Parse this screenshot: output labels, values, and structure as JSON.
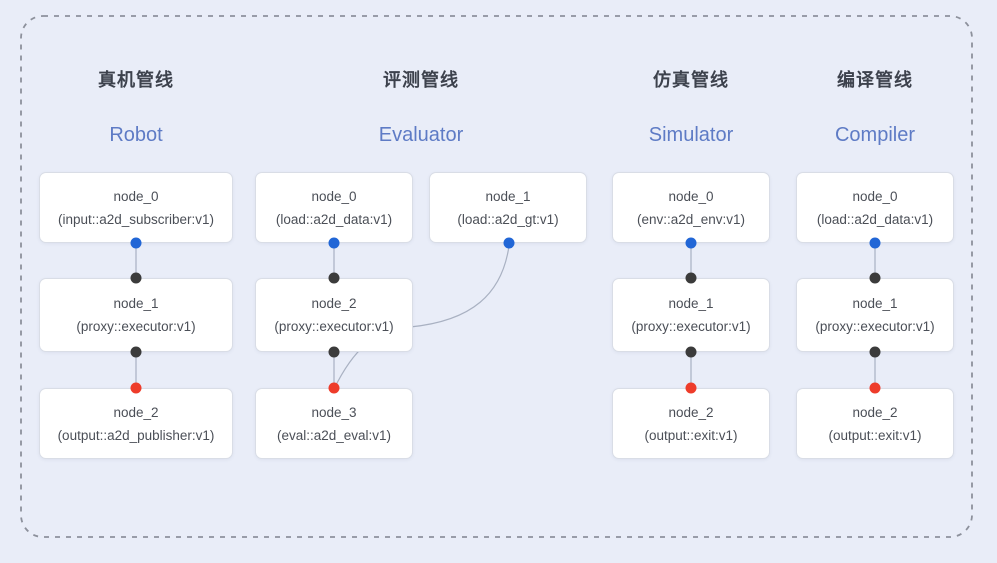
{
  "diagram": {
    "pipelines": [
      {
        "key": "robot",
        "title_zh": "真机管线",
        "title_en": "Robot",
        "nodes": [
          {
            "name": "node_0",
            "type": "(input::a2d_subscriber:v1)"
          },
          {
            "name": "node_1",
            "type": "(proxy::executor:v1)"
          },
          {
            "name": "node_2",
            "type": "(output::a2d_publisher:v1)"
          }
        ]
      },
      {
        "key": "evaluator",
        "title_zh": "评测管线",
        "title_en": "Evaluator",
        "nodes": [
          {
            "name": "node_0",
            "type": "(load::a2d_data:v1)"
          },
          {
            "name": "node_1",
            "type": "(load::a2d_gt:v1)"
          },
          {
            "name": "node_2",
            "type": "(proxy::executor:v1)"
          },
          {
            "name": "node_3",
            "type": "(eval::a2d_eval:v1)"
          }
        ]
      },
      {
        "key": "simulator",
        "title_zh": "仿真管线",
        "title_en": "Simulator",
        "nodes": [
          {
            "name": "node_0",
            "type": "(env::a2d_env:v1)"
          },
          {
            "name": "node_1",
            "type": "(proxy::executor:v1)"
          },
          {
            "name": "node_2",
            "type": "(output::exit:v1)"
          }
        ]
      },
      {
        "key": "compiler",
        "title_zh": "编译管线",
        "title_en": "Compiler",
        "nodes": [
          {
            "name": "node_0",
            "type": "(load::a2d_data:v1)"
          },
          {
            "name": "node_1",
            "type": "(proxy::executor:v1)"
          },
          {
            "name": "node_2",
            "type": "(output::exit:v1)"
          }
        ]
      }
    ],
    "colors": {
      "background": "#e9edf8",
      "dashed_border": "#8d919c",
      "title_zh_text": "#3d424d",
      "title_en_text": "#5e7bc5",
      "node_fill": "#ffffff",
      "node_border": "#d9dde6",
      "edge_line": "#a9b1c2",
      "port_output_blue": "#2166d6",
      "port_mid_black": "#3b3b3b",
      "port_input_red": "#ee3c2a"
    }
  }
}
